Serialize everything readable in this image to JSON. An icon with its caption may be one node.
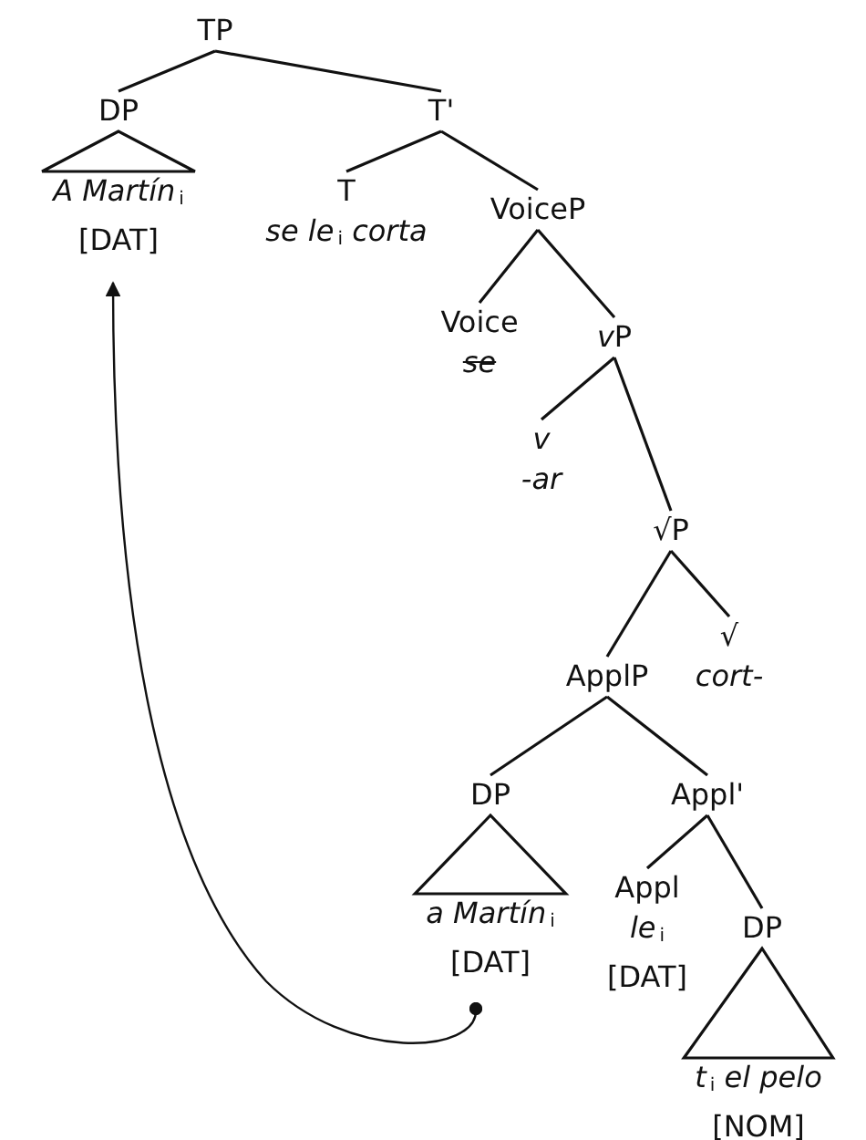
{
  "diagram": {
    "nodes": [
      {
        "text": [
          "TP"
        ]
      },
      {
        "text": [
          "DP"
        ]
      },
      {
        "text": [
          "T'"
        ]
      },
      {
        "text": [
          "*A Martín*$_{i}$",
          "[DAT]"
        ]
      },
      {
        "text": [
          "T",
          "*se le*$_{i}$ *corta*"
        ]
      },
      {
        "text": [
          "VoiceP"
        ]
      },
      {
        "text": [
          "Voice",
          "se"
        ]
      },
      {
        "text": [
          "vP"
        ]
      },
      {
        "text": [
          "v",
          "-ar"
        ]
      },
      {
        "text": [
          "√P"
        ]
      },
      {
        "text": [
          "√",
          "cort-"
        ]
      },
      {
        "text": [
          "ApplP"
        ]
      },
      {
        "text": [
          "DP"
        ]
      },
      {
        "text": [
          "Appl'"
        ]
      },
      {
        "text": [
          "*a Martín*$_{i}$",
          "[DAT]"
        ]
      },
      {
        "text": [
          "Appl",
          "*le*$_{i}$",
          "[DAT]"
        ]
      },
      {
        "text": [
          "DP"
        ]
      },
      {
        "text": [
          "*t*$_{i}$ *el pelo*",
          "[NOM]"
        ]
      }
    ],
    "edges": [
      {
        "from": 0,
        "to": 1,
        "arrow": "none"
      },
      {
        "from": 0,
        "to": 2,
        "arrow": "none"
      },
      {
        "from": 1,
        "to": 3,
        "arrow": "none"
      },
      {
        "from": 2,
        "to": 4,
        "arrow": "none"
      },
      {
        "from": 2,
        "to": 5,
        "arrow": "none"
      },
      {
        "from": 5,
        "to": 6,
        "arrow": "none"
      },
      {
        "from": 5,
        "to": 7,
        "arrow": "none"
      },
      {
        "from": 7,
        "to": 8,
        "arrow": "none"
      },
      {
        "from": 7,
        "to": 9,
        "arrow": "none"
      },
      {
        "from": 9,
        "to": 11,
        "arrow": "none"
      },
      {
        "from": 9,
        "to": 10,
        "arrow": "none"
      },
      {
        "from": 11,
        "to": 12,
        "arrow": "none"
      },
      {
        "from": 11,
        "to": 13,
        "arrow": "none"
      },
      {
        "from": 12,
        "to": 14,
        "arrow": "none"
      },
      {
        "from": 13,
        "to": 15,
        "arrow": "none"
      },
      {
        "from": 13,
        "to": 16,
        "arrow": "none"
      },
      {
        "from": 16,
        "to": 17,
        "arrow": "none"
      },
      {
        "from": 14,
        "to": 3,
        "arrow": "to"
      }
    ]
  }
}
